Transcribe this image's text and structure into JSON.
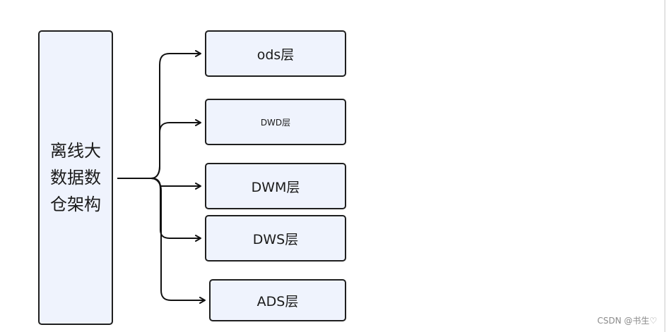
{
  "diagram": {
    "root": {
      "label": "离线大数据数仓架构"
    },
    "nodes": [
      {
        "id": "ods",
        "label": "ods层"
      },
      {
        "id": "dwd",
        "label": "DWD层"
      },
      {
        "id": "dwm",
        "label": "DWM层"
      },
      {
        "id": "dws",
        "label": "DWS层"
      },
      {
        "id": "ads",
        "label": "ADS层"
      }
    ]
  },
  "watermark": "CSDN @书生♡"
}
